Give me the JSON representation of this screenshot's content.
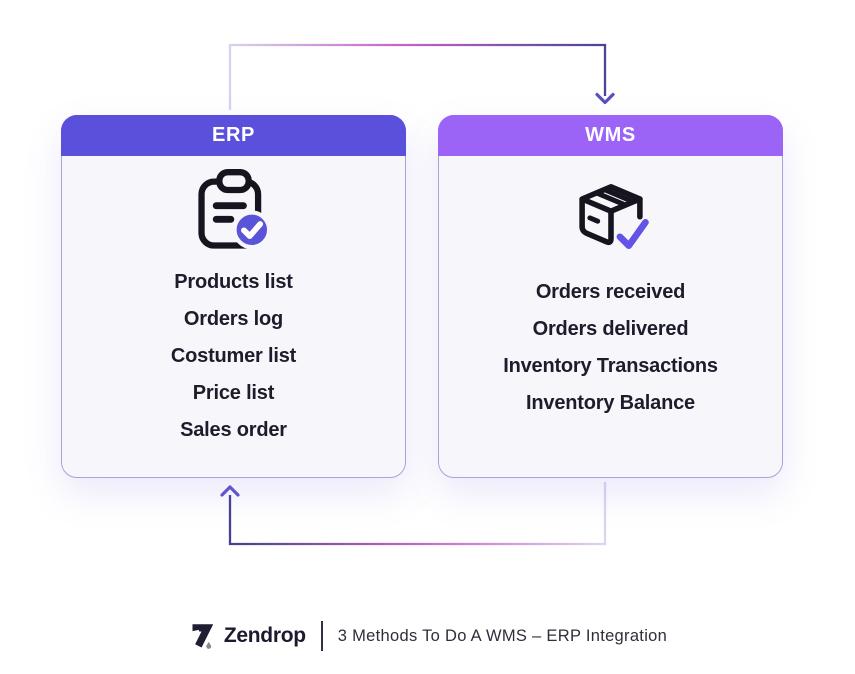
{
  "cards": {
    "erp": {
      "title": "ERP",
      "icon": "clipboard-check-icon",
      "items": [
        "Products list",
        "Orders log",
        "Costumer list",
        "Price list",
        "Sales order"
      ]
    },
    "wms": {
      "title": "WMS",
      "icon": "package-check-icon",
      "items": [
        "Orders received",
        "Orders delivered",
        "Inventory Transactions",
        "Inventory Balance"
      ]
    }
  },
  "footer": {
    "brand": "Zendrop",
    "logo": "zendrop-bolt-icon",
    "tagline": "3 Methods To Do A WMS – ERP Integration"
  },
  "colors": {
    "erp_header": "#5A50DC",
    "wms_header": "#9C63F7",
    "card_bg": "#F7F7FB",
    "card_border": "#A9A2DB",
    "text_dark": "#1D1C2B",
    "icon_stroke": "#15141F",
    "check_circle": "#5A54D8",
    "check_mark_wms": "#6353E6",
    "arrow_dark": "#4A4494",
    "arrow_pink": "#C566C4",
    "arrow_light": "#D9D2EE",
    "arrowhead_top": "#5A4FBE",
    "arrowhead_bottom": "#6156CC"
  }
}
